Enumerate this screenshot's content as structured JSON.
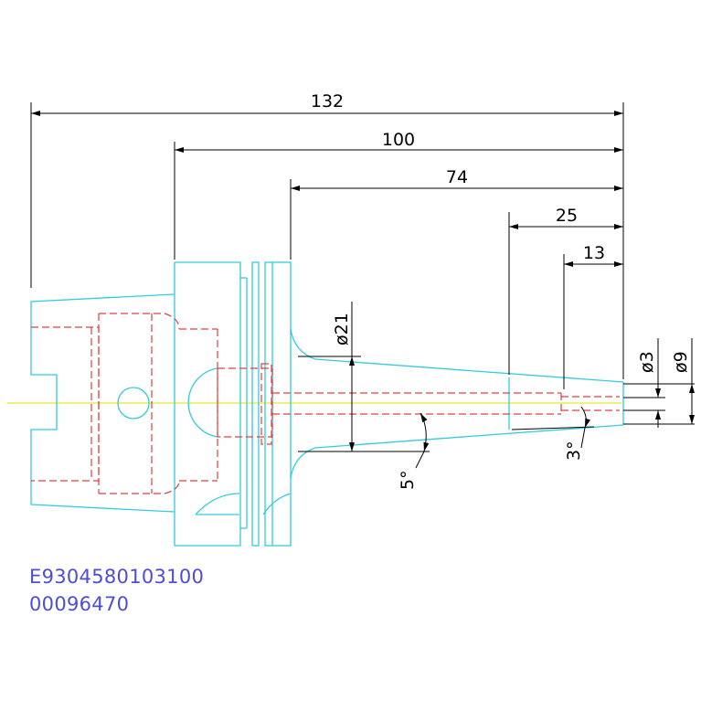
{
  "dimensions": {
    "total_length": "132",
    "flange_length": "100",
    "collar_length": "74",
    "taper_start": "25",
    "tip_bore": "13",
    "diameter_21": "ø21",
    "diameter_3": "ø3",
    "diameter_9": "ø9",
    "angle_5": "5°",
    "angle_3": "3°"
  },
  "part_numbers": {
    "code": "E9304580103100",
    "serial": "00096470"
  },
  "colors": {
    "outline": "#33ccdd",
    "hidden": "#e04040",
    "centerline": "#e8e830",
    "dimension": "#000000",
    "note_text": "#4d4dd6"
  }
}
